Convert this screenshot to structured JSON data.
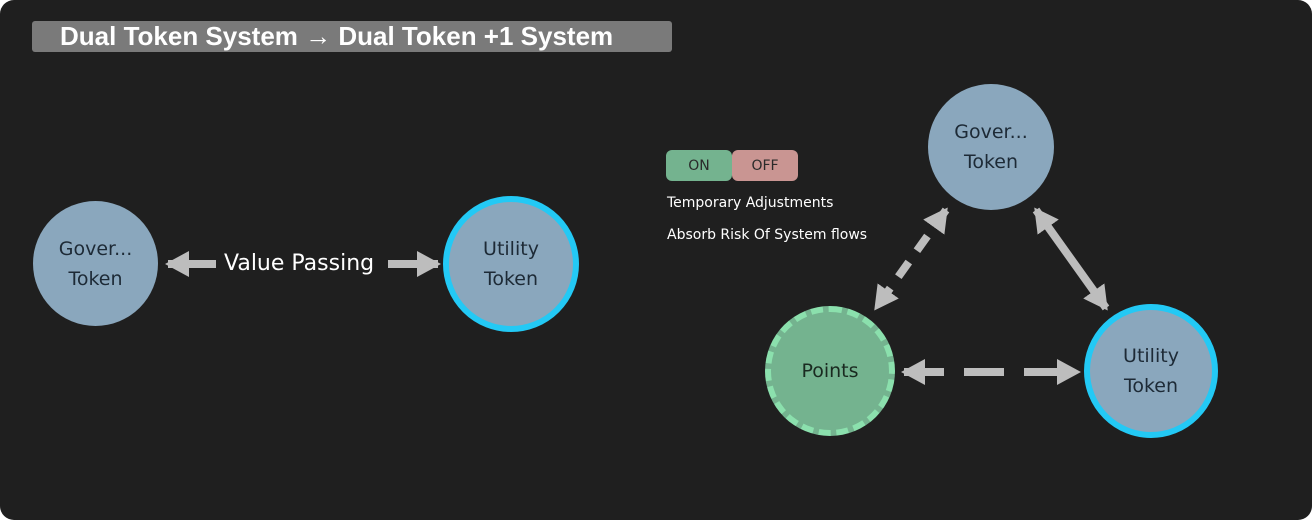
{
  "title": "Dual Token System → Dual Token +1 System",
  "left_diagram": {
    "governance_node": {
      "line1": "Gover...",
      "line2": "Token"
    },
    "utility_node": {
      "line1": "Utility",
      "line2": "Token"
    },
    "edge_label": "Value Passing"
  },
  "right_diagram": {
    "governance_node": {
      "line1": "Gover...",
      "line2": "Token"
    },
    "utility_node": {
      "line1": "Utility",
      "line2": "Token"
    },
    "points_node": {
      "label": "Points"
    }
  },
  "toggle": {
    "on_label": "ON",
    "off_label": "OFF"
  },
  "notes": [
    "Temporary Adjustments",
    "Absorb Risk Of System flows"
  ],
  "colors": {
    "background": "#1f1f1f",
    "title_bar": "#7a7a7a",
    "token_fill": "#8aa7bd",
    "utility_ring": "#23c9f5",
    "points_fill": "#74b38f",
    "points_ring": "#8be0ad",
    "on_pill": "#74b38f",
    "off_pill": "#c99592",
    "arrow": "#bdbdbd"
  }
}
